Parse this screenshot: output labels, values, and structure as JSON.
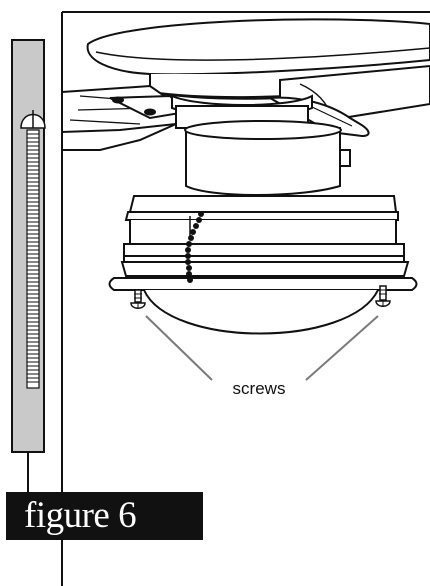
{
  "figure": {
    "label": "figure 6",
    "callout": "screws"
  },
  "icons": {
    "scale_ruler": "screw-actual-size-gauge",
    "screw": "round-head-screw-icon"
  },
  "colors": {
    "ink": "#111111",
    "ruler_fill": "#c9c9c9",
    "leader_line": "#7a7a7a",
    "label_background": "#111111",
    "label_text": "#ffffff"
  }
}
